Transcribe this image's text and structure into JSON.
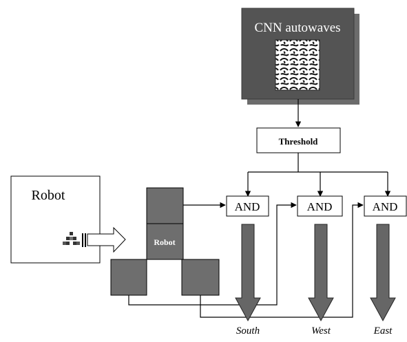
{
  "cnn": {
    "label": "CNN autowaves"
  },
  "threshold": {
    "label": "Threshold"
  },
  "robot_box": {
    "label": "Robot"
  },
  "robot_cell": {
    "label": "Robot"
  },
  "gates": [
    {
      "label": "AND"
    },
    {
      "label": "AND"
    },
    {
      "label": "AND"
    }
  ],
  "outputs": [
    {
      "label": "South"
    },
    {
      "label": "West"
    },
    {
      "label": "East"
    }
  ],
  "colors": {
    "panel_dark": "#545454",
    "panel_shadow": "#6c6c6c",
    "cell_gray": "#6e6e6e",
    "arrow_gray": "#666666",
    "line": "#000000"
  }
}
